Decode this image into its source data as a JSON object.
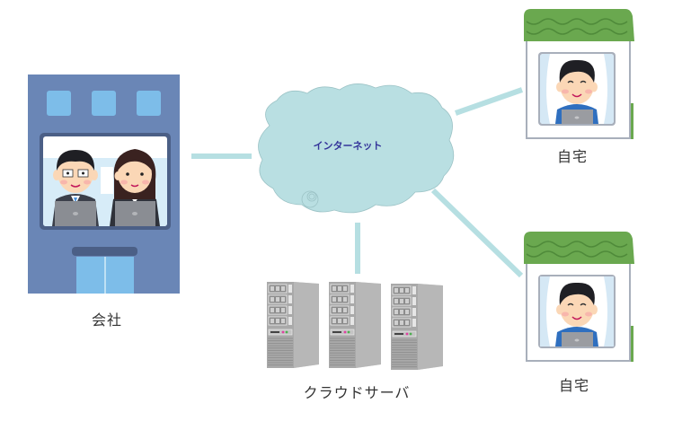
{
  "diagram": {
    "title": "Remote work network diagram",
    "nodes": {
      "office": {
        "label": "会社",
        "icon": "office-building-with-workers-icon"
      },
      "internet": {
        "label": "インターネット",
        "icon": "cloud-icon"
      },
      "cloud_server": {
        "label": "クラウドサーバ",
        "icon": "server-rack-icon",
        "count": 3
      },
      "home_1": {
        "label": "自宅",
        "icon": "house-with-worker-icon"
      },
      "home_2": {
        "label": "自宅",
        "icon": "house-with-worker-icon"
      }
    },
    "connections": [
      {
        "from": "office",
        "to": "internet"
      },
      {
        "from": "internet",
        "to": "home_1"
      },
      {
        "from": "internet",
        "to": "home_2"
      },
      {
        "from": "internet",
        "to": "cloud_server"
      }
    ],
    "colors": {
      "connector": "#b6dfe2",
      "cloud_fill": "#b9dfe2",
      "cloud_text": "#34349a",
      "building": "#6a86b6",
      "building_window": "#7dbde9",
      "roof": "#6aa84f",
      "server": "#a9a9a9"
    }
  }
}
